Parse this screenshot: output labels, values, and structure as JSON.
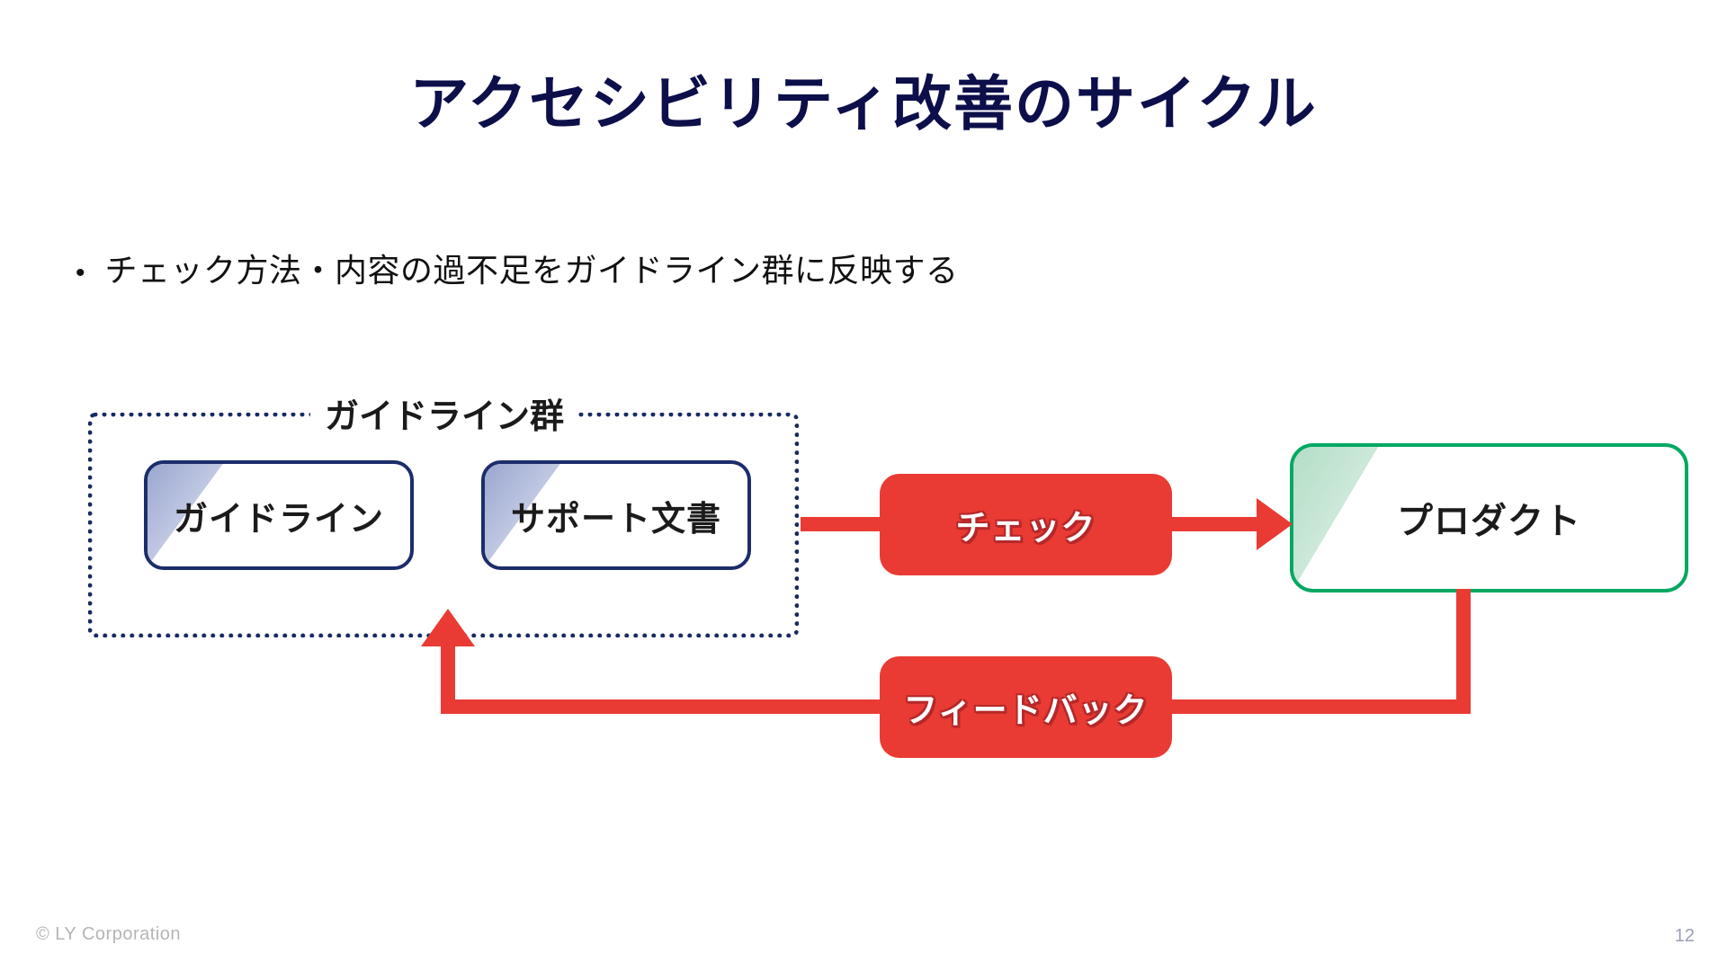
{
  "slide": {
    "title": "アクセシビリティ改善のサイクル",
    "page_number": "12",
    "copyright": "© LY Corporation",
    "background_color": "#ffffff",
    "title_color": "#0c0f4a"
  },
  "bullets": [
    {
      "marker": "•",
      "text": "チェック方法・内容の過不足をガイドライン群に反映する"
    }
  ],
  "diagram": {
    "type": "cycle-flow",
    "group": {
      "label": "ガイドライン群",
      "border_style": "dotted",
      "border_color": "#182a61",
      "cards": [
        {
          "label": "ガイドライン",
          "border_color": "#1c2d6b",
          "corner_color": "#aab4d6"
        },
        {
          "label": "サポート文書",
          "border_color": "#1c2d6b",
          "corner_color": "#aab4d6"
        }
      ]
    },
    "product": {
      "label": "プロダクト",
      "border_color": "#00a862",
      "corner_color": "#b9e0c9"
    },
    "actions": [
      {
        "label": "チェック",
        "color": "#e93b33",
        "direction": "guidelines-to-product"
      },
      {
        "label": "フィードバック",
        "color": "#e93b33",
        "direction": "product-to-guidelines"
      }
    ]
  }
}
